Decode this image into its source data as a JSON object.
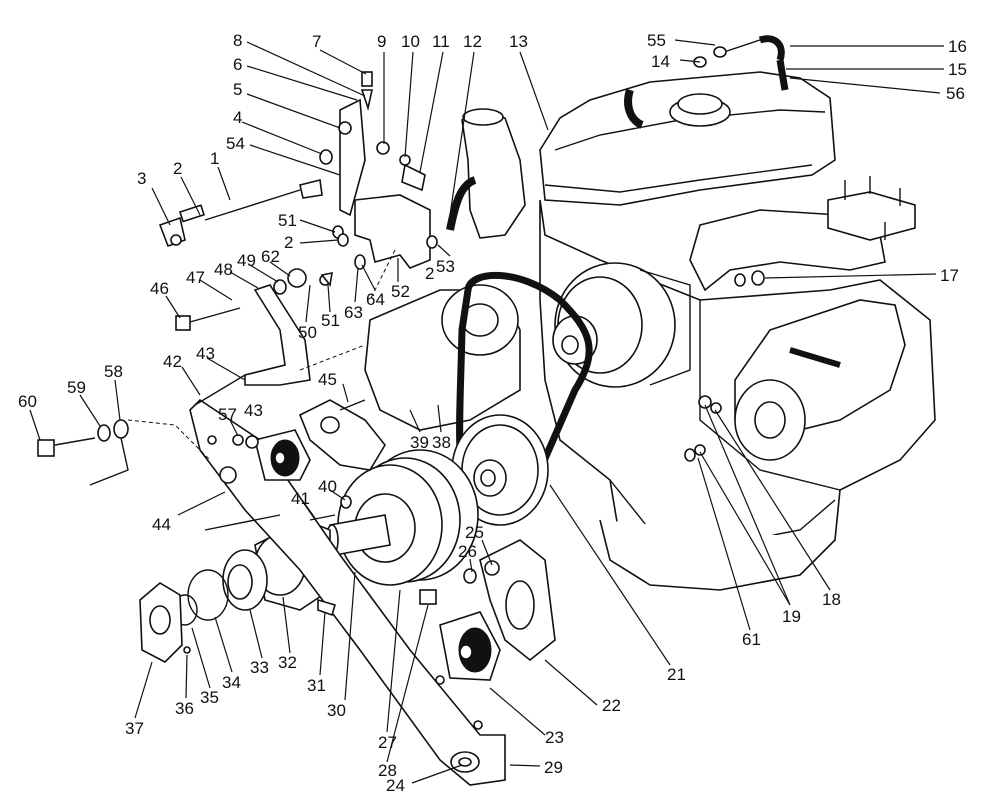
{
  "diagram": {
    "labels": [
      "1",
      "2",
      "3",
      "4",
      "5",
      "6",
      "7",
      "8",
      "9",
      "10",
      "11",
      "12",
      "13",
      "14",
      "15",
      "16",
      "17",
      "18",
      "19",
      "21",
      "22",
      "23",
      "24",
      "25",
      "26",
      "27",
      "28",
      "29",
      "30",
      "31",
      "32",
      "33",
      "34",
      "35",
      "36",
      "37",
      "38",
      "39",
      "40",
      "41",
      "42",
      "43",
      "44",
      "45",
      "46",
      "47",
      "48",
      "49",
      "50",
      "51",
      "52",
      "53",
      "54",
      "55",
      "56",
      "57",
      "58",
      "59",
      "60",
      "61",
      "62",
      "63",
      "64"
    ]
  }
}
